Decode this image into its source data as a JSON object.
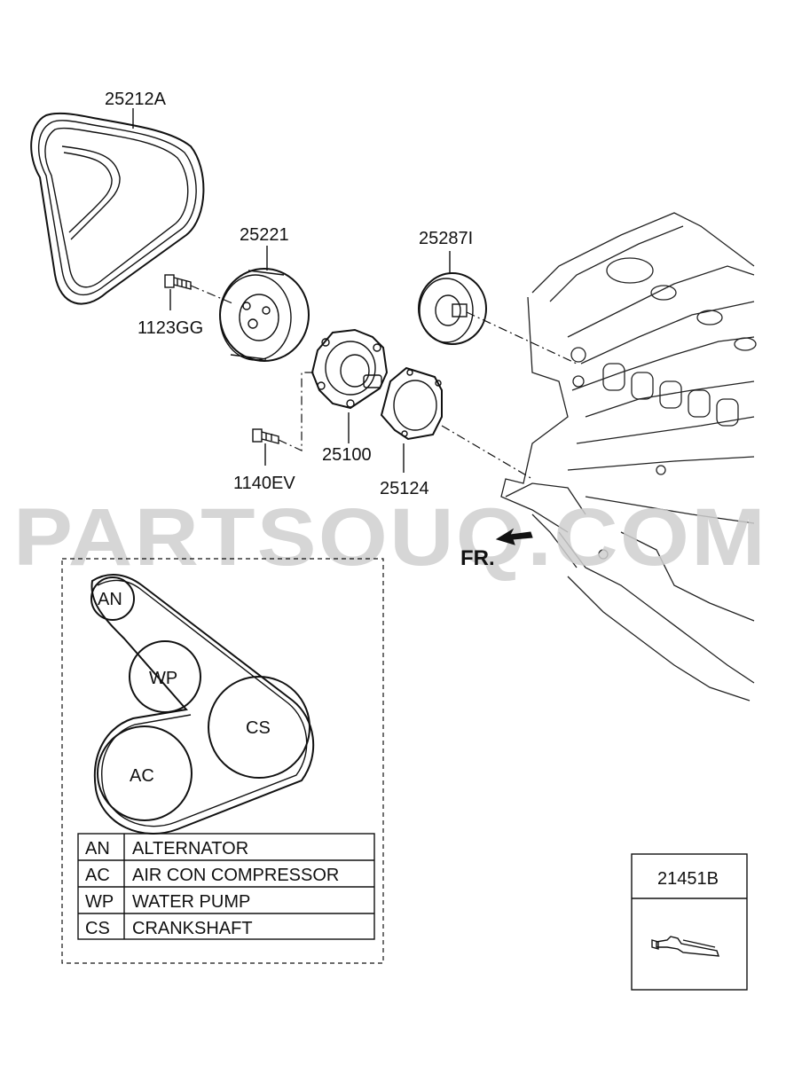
{
  "parts": {
    "belt": "25212A",
    "idler_pulley": "25221",
    "tensioner": "25287I",
    "bolt_pulley": "1123GG",
    "water_pump": "25100",
    "bolt_pump": "1140EV",
    "gasket": "25124",
    "sealant": "21451B"
  },
  "watermark": "PARTSOUQ.COM",
  "front_marker": "FR.",
  "belt_routing": {
    "pulleys": [
      "AN",
      "WP",
      "CS",
      "AC"
    ],
    "legend": [
      {
        "code": "AN",
        "name": "ALTERNATOR"
      },
      {
        "code": "AC",
        "name": "AIR CON COMPRESSOR"
      },
      {
        "code": "WP",
        "name": "WATER PUMP"
      },
      {
        "code": "CS",
        "name": "CRANKSHAFT"
      }
    ]
  }
}
